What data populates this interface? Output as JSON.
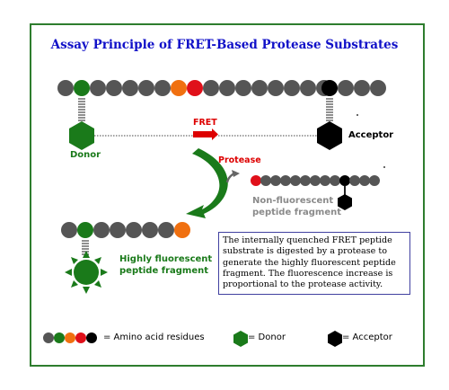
{
  "title": "Assay Principle of FRET-Based Protease Substrates",
  "labels": {
    "donor": "Donor",
    "acceptor": "Acceptor",
    "fret": "FRET",
    "protease": "Protease",
    "non_fluorescent_line1": "Non-fluorescent",
    "non_fluorescent_line2": "peptide fragment",
    "highly_fluorescent_line1": "Highly fluorescent",
    "highly_fluorescent_line2": "peptide fragment"
  },
  "info_box": "The internally quenched FRET peptide substrate is digested by a protease to generate  the highly fluorescent peptide fragment. The fluorescence increase is proportional to the protease activity.",
  "legend": {
    "amino_acids": "= Amino acid residues",
    "donor": "= Donor",
    "acceptor": "= Acceptor"
  },
  "colors": {
    "frame": "#2e7d2e",
    "title": "#1010c8",
    "residue_gray": "#555555",
    "donor_green": "#1a7a1a",
    "orange": "#f07010",
    "red": "#e0101a",
    "acceptor_black": "#000000"
  }
}
